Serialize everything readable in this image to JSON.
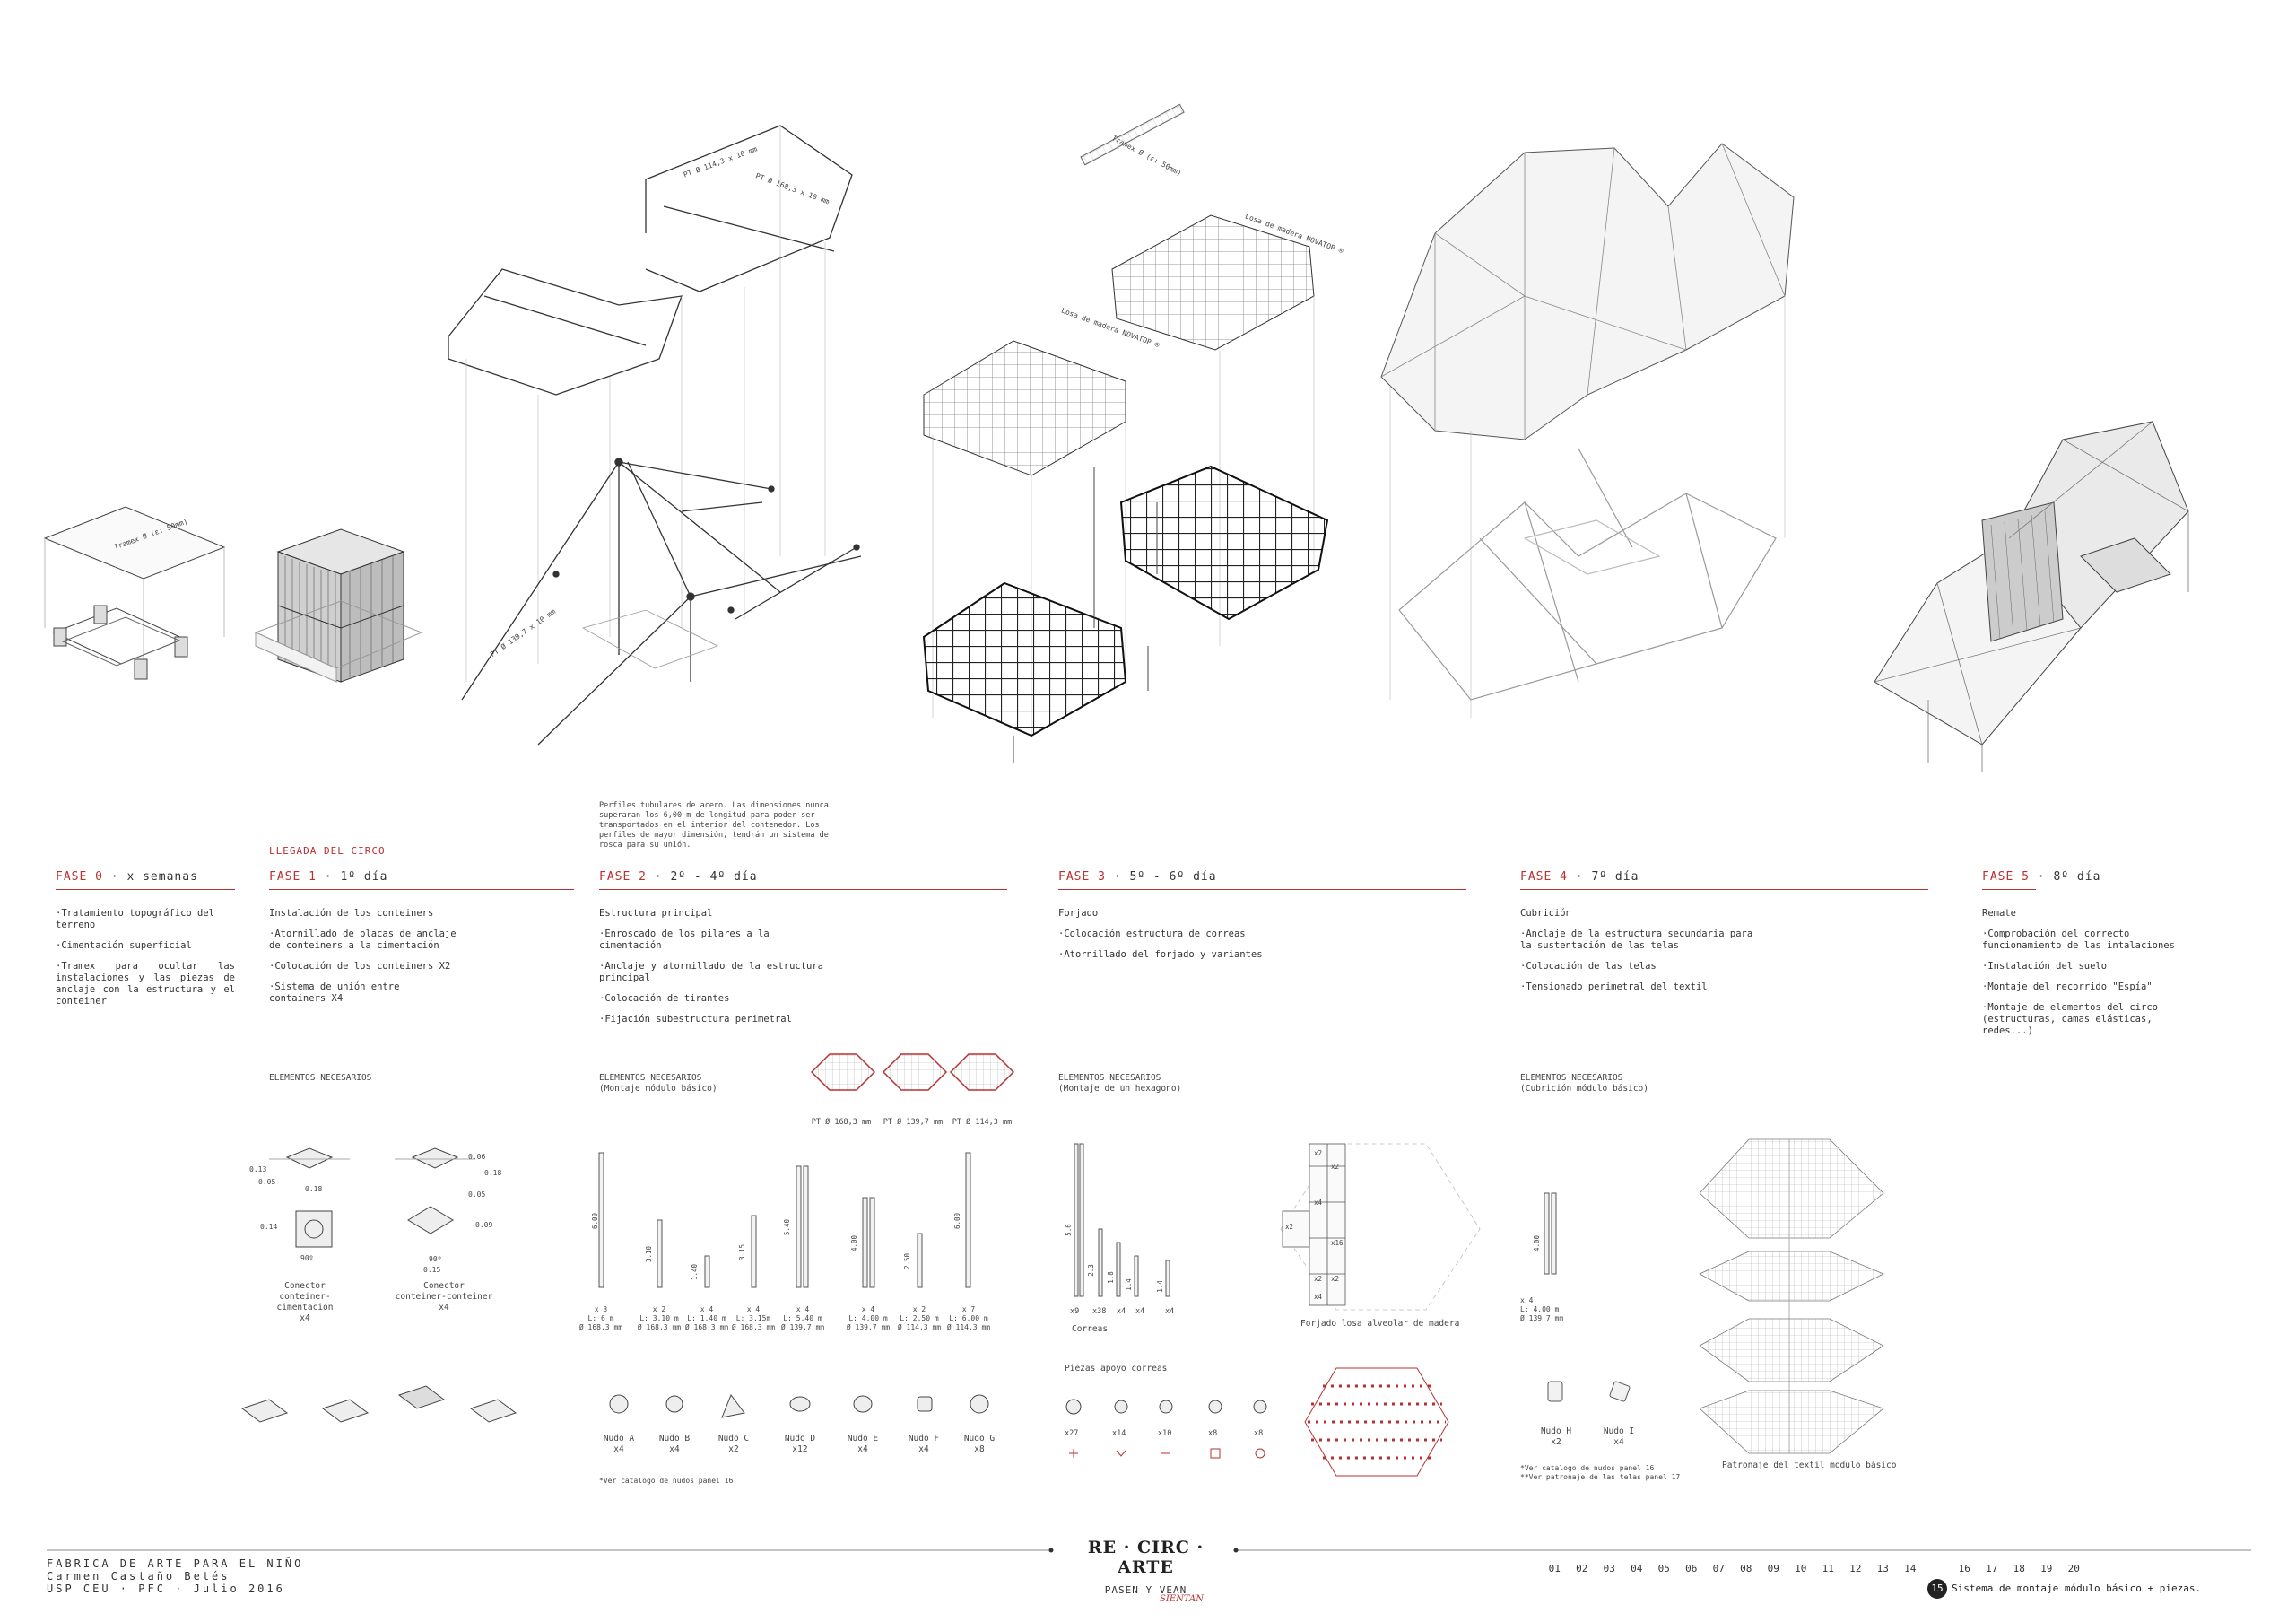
{
  "top_labels": {
    "tramex_left": "Tramex Ø (ε: 50mm)",
    "tramex_mid": "Tramex Ø (ε: 50mm)",
    "losa_top": "Losa de madera NOVATOP ®",
    "losa_left": "Losa de madera NOVATOP ®",
    "tube_a": "PT Ø 114,3 x 10 mm",
    "tube_b": "PT Ø 168,3 x 10 mm",
    "tube_c": "PT Ø 139,7 x 10 mm"
  },
  "intro_note": "Perfiles tubulares de acero. Las dimensiones nunca superaran los 6,00 m de longitud para poder ser transportados en el interior del contenedor. Los perfiles de mayor dimensión, tendrán un sistema de rosca para su unión.",
  "llegada": "LLEGADA DEL CIRCO",
  "phases": [
    {
      "fase": "FASE 0",
      "sep": "·",
      "time": "x semanas",
      "heading": "",
      "bullets": [
        "·Tratamiento topográfico del terreno",
        "·Cimentación superficial",
        "·Tramex para ocultar las instalaciones y las piezas de anclaje con la estructura y el conteiner"
      ]
    },
    {
      "fase": "FASE 1",
      "sep": "·",
      "time": "1º día",
      "heading": "Instalación de los conteiners",
      "bullets": [
        "·Atornillado de placas de anclaje de conteiners a la cimentación",
        "·Colocación de los conteiners X2",
        "·Sistema de unión entre containers X4"
      ]
    },
    {
      "fase": "FASE 2",
      "sep": "·",
      "time": "2º - 4º día",
      "heading": "Estructura principal",
      "bullets": [
        "·Enroscado de los pilares a la cimentación",
        "·Anclaje y atornillado de la estructura principal",
        "·Colocación de tirantes",
        "·Fijación subestructura perimetral"
      ]
    },
    {
      "fase": "FASE 3",
      "sep": "·",
      "time": "5º - 6º día",
      "heading": "Forjado",
      "bullets": [
        "·Colocación estructura de correas",
        "·Atornillado del forjado y variantes"
      ]
    },
    {
      "fase": "FASE 4",
      "sep": "·",
      "time": "7º día",
      "heading": "Cubrición",
      "bullets": [
        "·Anclaje de la estructura secundaria para la sustentación de las telas",
        "·Colocación de las telas",
        "·Tensionado perimetral del textil"
      ]
    },
    {
      "fase": "FASE 5",
      "sep": "·",
      "time": "8º día",
      "heading": "Remate",
      "bullets": [
        "·Comprobación del correcto funcionamiento de las intalaciones",
        "·Instalación del suelo",
        "·Montaje del recorrido \"Espía\"",
        "·Montaje de elementos del circo (estructuras, camas elásticas, redes...)"
      ]
    }
  ],
  "elementos": {
    "e1": "ELEMENTOS NECESARIOS",
    "e2a": "ELEMENTOS NECESARIOS",
    "e2b": "(Montaje módulo básico)",
    "e3a": "ELEMENTOS NECESARIOS",
    "e3b": "(Montaje de un hexagono)",
    "e4a": "ELEMENTOS NECESARIOS",
    "e4b": "(Cubrición módulo básico)"
  },
  "connectors": [
    {
      "name": "Conector",
      "desc": "conteiner-cimentación",
      "qty": "x4"
    },
    {
      "name": "Conector",
      "desc": "conteiner-conteiner",
      "qty": "x4"
    }
  ],
  "dims": {
    "d1": "0.13",
    "d2": "0.05",
    "d3": "0.18",
    "d4": "0.14",
    "d5": "0.06",
    "d6": "0.18",
    "d7": "0.05",
    "d8": "0.09",
    "d9": "0.15",
    "d10": "90º",
    "d11": "90º"
  },
  "hex_profiles": [
    "PT Ø 168,3 mm",
    "PT Ø 139,7 mm",
    "PT Ø 114,3 mm"
  ],
  "tubes": [
    {
      "qty": "x 3",
      "l": "L: 6 m",
      "d": "Ø 168,3 mm",
      "h": "6.00"
    },
    {
      "qty": "x 2",
      "l": "L: 3.10 m",
      "d": "Ø 168,3 mm",
      "h": "3.10"
    },
    {
      "qty": "x 4",
      "l": "L: 1.40 m",
      "d": "Ø 168,3 mm",
      "h": "1.40"
    },
    {
      "qty": "x 4",
      "l": "L: 3.15m",
      "d": "Ø 168,3 mm",
      "h": "3.15"
    },
    {
      "qty": "x 4",
      "l": "L: 5.40 m",
      "d": "Ø 139,7 mm",
      "h": "5.40"
    },
    {
      "qty": "x 4",
      "l": "L: 4.00 m",
      "d": "Ø 139,7 mm",
      "h": "4.00"
    },
    {
      "qty": "x 2",
      "l": "L: 2.50 m",
      "d": "Ø 114,3 mm",
      "h": "2.50"
    },
    {
      "qty": "x 7",
      "l": "L: 6.00 m",
      "d": "Ø 114,3 mm",
      "h": "6.00"
    }
  ],
  "nudos": [
    {
      "name": "Nudo A",
      "qty": "x4"
    },
    {
      "name": "Nudo B",
      "qty": "x4"
    },
    {
      "name": "Nudo C",
      "qty": "x2"
    },
    {
      "name": "Nudo D",
      "qty": "x12"
    },
    {
      "name": "Nudo E",
      "qty": "x4"
    },
    {
      "name": "Nudo F",
      "qty": "x4"
    },
    {
      "name": "Nudo G",
      "qty": "x8"
    }
  ],
  "nudos_note": "*Ver catalogo de nudos panel 16",
  "correas": {
    "label": "Correas",
    "qtys": [
      "x9",
      "x38",
      "x4",
      "x4",
      "x4"
    ],
    "heights": [
      "5.6",
      "2.3",
      "1.8",
      "1.4",
      "1.4"
    ]
  },
  "piezas_title": "Piezas apoyo correas",
  "piezas": [
    "x27",
    "x14",
    "x10",
    "x8",
    "x8"
  ],
  "forjado": {
    "label": "Forjado losa alveolar de madera",
    "cells": [
      "x2",
      "x2",
      "x4",
      "x2",
      "x16",
      "x2",
      "x2",
      "x4"
    ]
  },
  "cubricion_tube": {
    "qty": "x 4",
    "l": "L: 4.00 m",
    "d": "Ø 139,7 mm",
    "h": "4.00"
  },
  "nudos_hi": [
    {
      "name": "Nudo H",
      "qty": "x2"
    },
    {
      "name": "Nudo I",
      "qty": "x4"
    }
  ],
  "notes_4": [
    "*Ver catalogo de nudos panel 16",
    "**Ver patronaje de las telas panel 17"
  ],
  "patronaje": "Patronaje del textil modulo básico",
  "footer": {
    "l1": "FABRICA DE ARTE PARA EL NIÑO",
    "l2": "Carmen Castaño Betés",
    "l3": "USP CEU · PFC · Julio 2016",
    "logo": "RE · CIRC · ARTE",
    "sub": "PASEN Y VEAN",
    "sub2": "SIENTAN",
    "pages": [
      "01",
      "02",
      "03",
      "04",
      "05",
      "06",
      "07",
      "08",
      "09",
      "10",
      "11",
      "12",
      "13",
      "14",
      "15",
      "16",
      "17",
      "18",
      "19",
      "20"
    ],
    "current": "15",
    "caption": "Sistema de montaje módulo básico + piezas."
  },
  "colors": {
    "accent": "#b83030",
    "ink": "#333333",
    "line": "#555555"
  }
}
